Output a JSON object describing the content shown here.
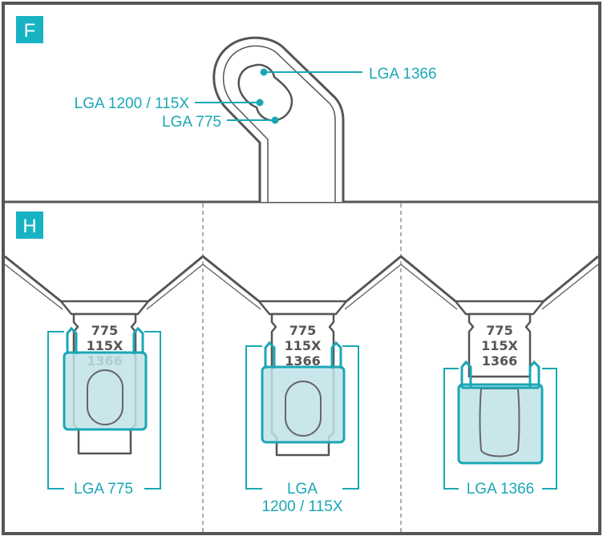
{
  "panel_f": {
    "badge": "F",
    "labels": {
      "lga1366": "LGA 1366",
      "lga1200": "LGA 1200 / 115X",
      "lga775": "LGA 775"
    }
  },
  "panel_h": {
    "badge": "H",
    "bracket_numbers": [
      "775",
      "115X",
      "1366"
    ],
    "columns": [
      {
        "label_lines": [
          "LGA 775"
        ]
      },
      {
        "label_lines": [
          "LGA",
          "1200 / 115X"
        ]
      },
      {
        "label_lines": [
          "LGA 1366"
        ]
      }
    ]
  },
  "colors": {
    "accent": "#1aa7b5",
    "badge": "#17b3c3",
    "outline": "#555555",
    "fill_light": "#bfe3e7"
  }
}
